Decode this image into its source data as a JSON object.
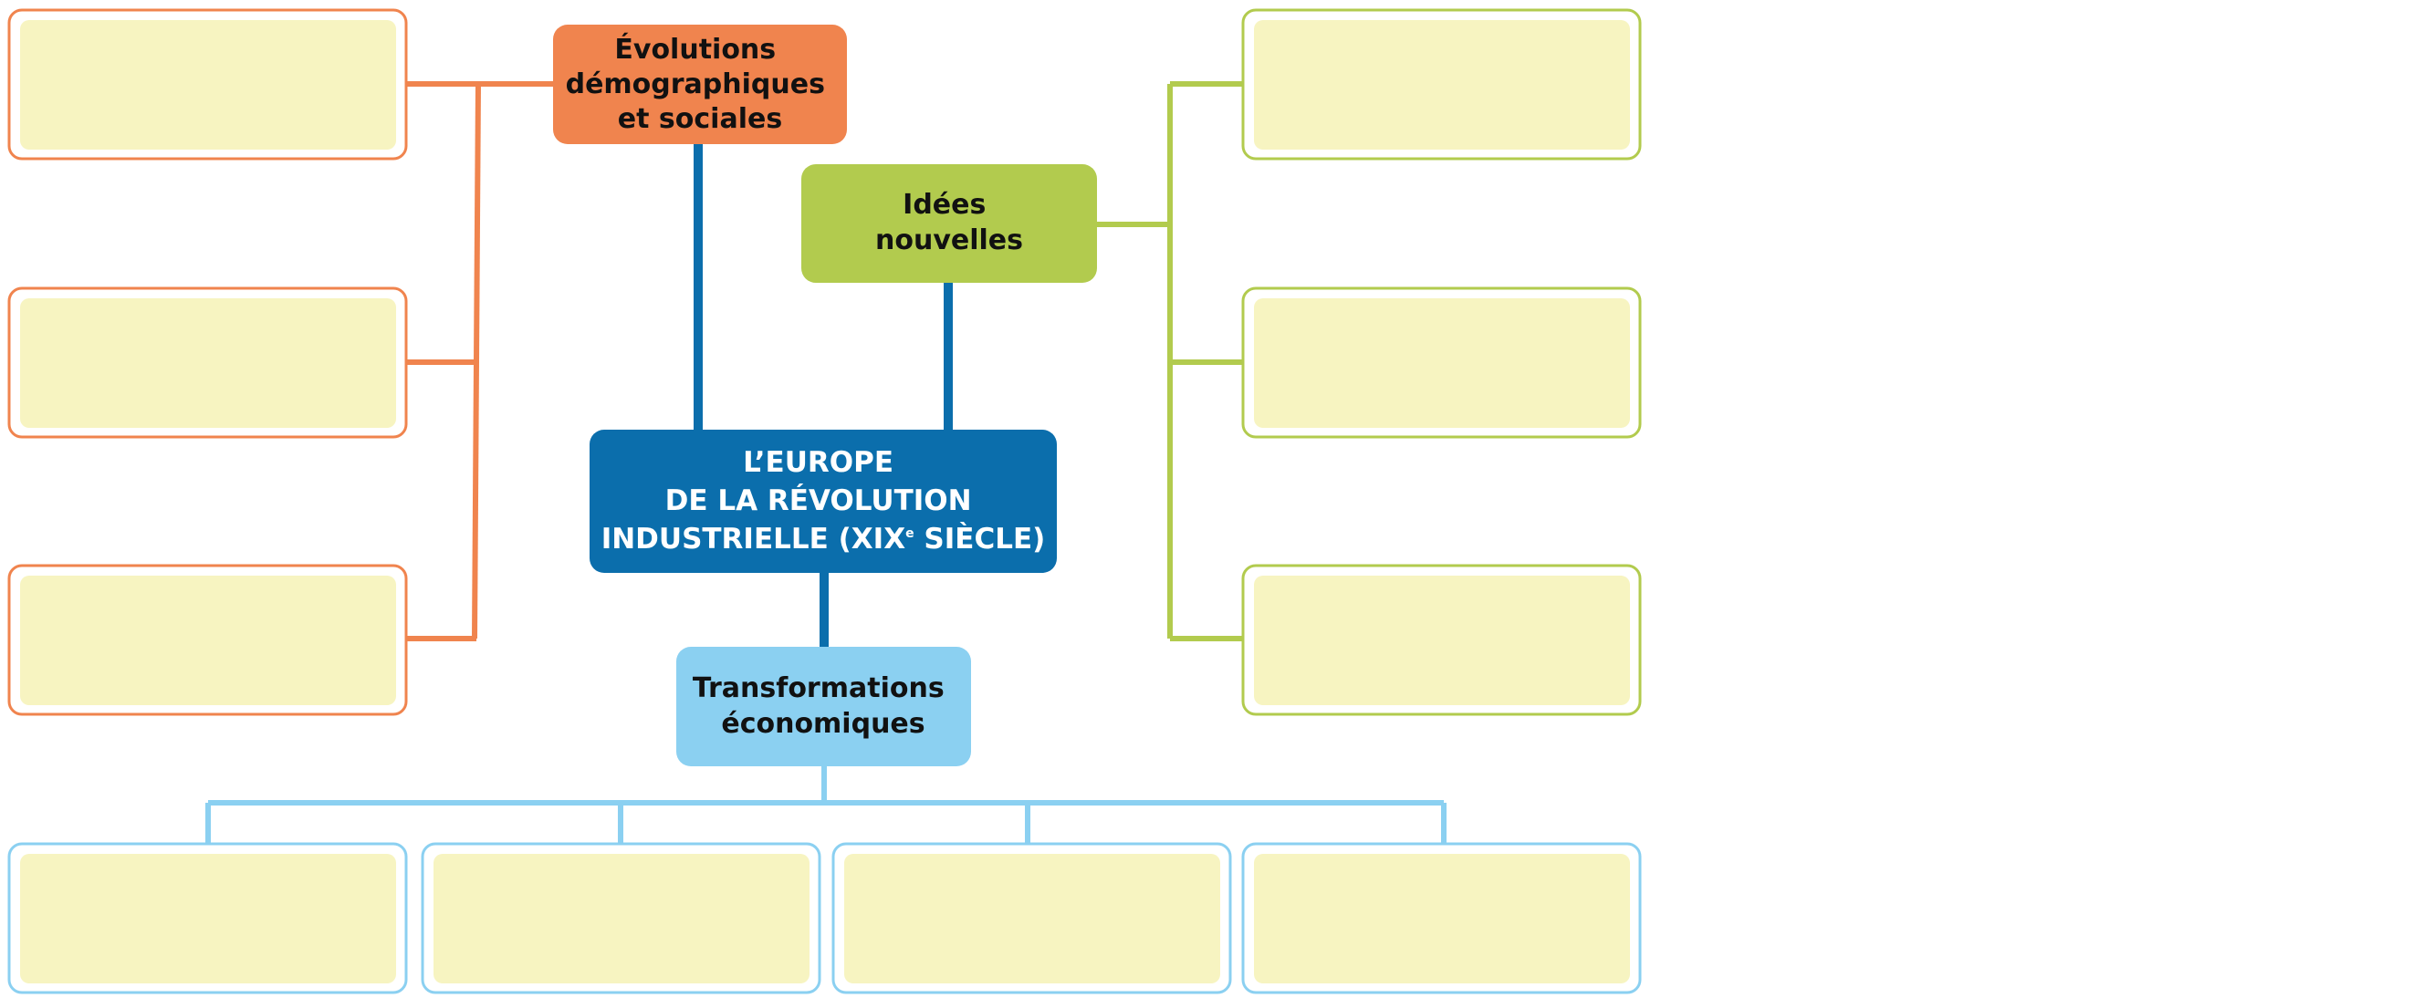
{
  "colors": {
    "orange": "#F0844E",
    "green": "#B2CB4E",
    "dark_blue": "#0B6EAC",
    "light_blue": "#8BD0F1",
    "placeholder_fill": "#F7F4C1"
  },
  "center": {
    "lines": [
      "L’EUROPE",
      "DE LA RÉVOLUTION",
      "INDUSTRIELLE (XIX"
    ],
    "sup": "e",
    "line3_tail": " SIÈCLE)"
  },
  "demographic": {
    "lines": [
      "Évolutions",
      "démographiques",
      "et sociales"
    ]
  },
  "ideas": {
    "lines": [
      "Idées",
      "nouvelles"
    ]
  },
  "economic": {
    "lines": [
      "Transformations",
      "économiques"
    ]
  },
  "placeholders": {
    "orange_count": 3,
    "green_count": 3,
    "blue_count": 4
  }
}
